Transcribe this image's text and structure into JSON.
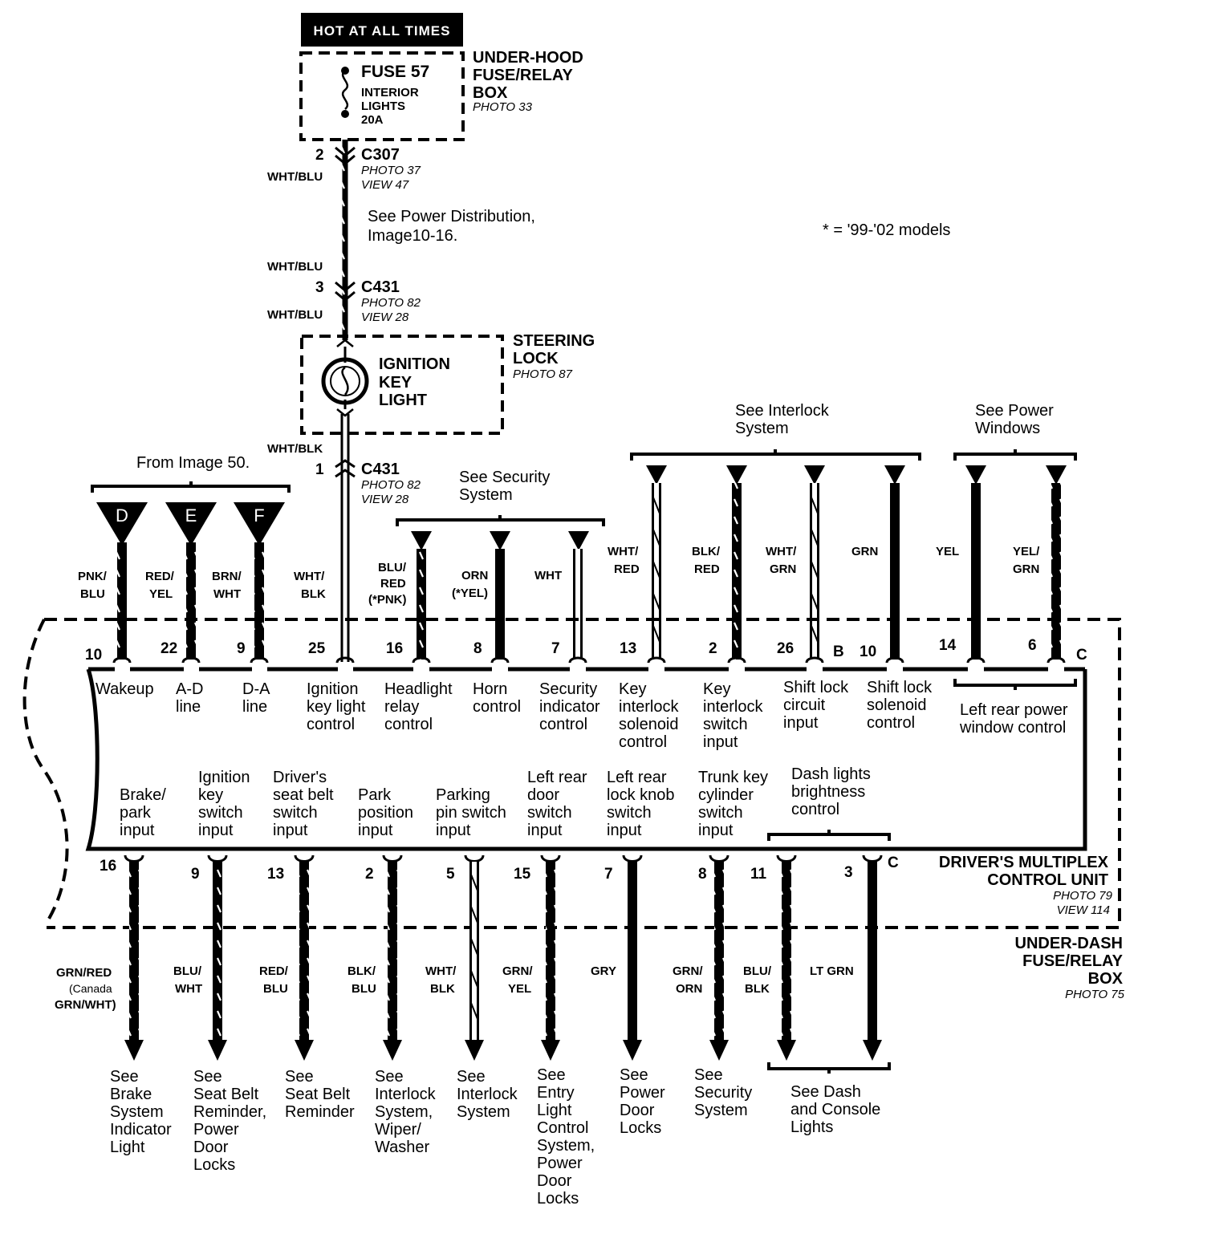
{
  "header": {
    "hot_label": "HOT AT ALL TIMES",
    "fuse_name": "FUSE 57",
    "fuse_desc": [
      "INTERIOR",
      "LIGHTS",
      "20A"
    ],
    "underhood_title": [
      "UNDER-HOOD",
      "FUSE/RELAY",
      "BOX"
    ],
    "underhood_photo": "PHOTO 33"
  },
  "connectors": {
    "c307": {
      "pin": "2",
      "name": "C307",
      "photo": "PHOTO 37",
      "view": "VIEW 47",
      "wire": "WHT/BLU"
    },
    "power_note": [
      "See Power Distribution,",
      "Image10-16."
    ],
    "c431a": {
      "pin": "3",
      "name": "C431",
      "photo": "PHOTO 82",
      "view": "VIEW 28",
      "wire_above": "WHT/BLU",
      "wire_below": "WHT/BLU"
    },
    "c431b": {
      "pin": "1",
      "name": "C431",
      "photo": "PHOTO 82",
      "view": "VIEW 28",
      "wire": "WHT/BLK"
    }
  },
  "model_note": "* =  '99-'02 models",
  "steering": {
    "title": [
      "STEERING",
      "LOCK"
    ],
    "photo": "PHOTO 87",
    "component": [
      "IGNITION",
      "KEY",
      "LIGHT"
    ]
  },
  "groups": {
    "from_image": "From Image 50.",
    "security": [
      "See Security",
      "System"
    ],
    "interlock": [
      "See Interlock",
      "System"
    ],
    "power_windows": [
      "See Power",
      "Windows"
    ]
  },
  "image_refs": [
    "D",
    "E",
    "F"
  ],
  "top_wires": [
    {
      "color": [
        "PNK/",
        "BLU"
      ],
      "pin": "10"
    },
    {
      "color": [
        "RED/",
        "YEL"
      ],
      "pin": "22"
    },
    {
      "color": [
        "BRN/",
        "WHT"
      ],
      "pin": "9"
    },
    {
      "color": [
        "WHT/",
        "BLK"
      ],
      "pin": "25"
    },
    {
      "color": [
        "BLU/",
        "RED",
        "(*PNK)"
      ],
      "pin": "16"
    },
    {
      "color": [
        "ORN",
        "(*YEL)"
      ],
      "pin": "8"
    },
    {
      "color": [
        "WHT"
      ],
      "pin": "7"
    },
    {
      "color": [
        "WHT/",
        "RED"
      ],
      "pin": "13"
    },
    {
      "color": [
        "BLK/",
        "RED"
      ],
      "pin": "2"
    },
    {
      "color": [
        "WHT/",
        "GRN"
      ],
      "pin": "26"
    },
    {
      "color": [
        "GRN"
      ],
      "pin": "10"
    },
    {
      "color": [
        "YEL"
      ],
      "pin": "14"
    },
    {
      "color": [
        "YEL/",
        "GRN"
      ],
      "pin": "6"
    }
  ],
  "connector_letters": {
    "b": "B",
    "c_top": "C",
    "c_bottom": "C"
  },
  "top_functions": [
    [
      "Wakeup"
    ],
    [
      "A-D",
      "line"
    ],
    [
      "D-A",
      "line"
    ],
    [
      "Ignition",
      "key light",
      "control"
    ],
    [
      "Headlight",
      "relay",
      "control"
    ],
    [
      "Horn",
      "control"
    ],
    [
      "Security",
      "indicator",
      "control"
    ],
    [
      "Key",
      "interlock",
      "solenoid",
      "control"
    ],
    [
      "Key",
      "interlock",
      "switch",
      "input"
    ],
    [
      "Shift lock",
      "circuit",
      "input"
    ],
    [
      "Shift lock",
      "solenoid",
      "control"
    ],
    [
      "Left rear power",
      "window control"
    ]
  ],
  "bottom_functions": [
    [
      "Brake/",
      "park",
      "input"
    ],
    [
      "Ignition",
      "key",
      "switch",
      "input"
    ],
    [
      "Driver's",
      "seat belt",
      "switch",
      "input"
    ],
    [
      "Park",
      "position",
      "input"
    ],
    [
      "Parking",
      "pin switch",
      "input"
    ],
    [
      "Left rear",
      "door",
      "switch",
      "input"
    ],
    [
      "Left rear",
      "lock knob",
      "switch",
      "input"
    ],
    [
      "Trunk key",
      "cylinder",
      "switch",
      "input"
    ],
    [
      "Dash lights",
      "brightness",
      "control"
    ]
  ],
  "control_unit": {
    "title": [
      "DRIVER'S MULTIPLEX",
      "CONTROL UNIT"
    ],
    "photo": "PHOTO 79",
    "view": "VIEW 114"
  },
  "underdash": {
    "title": [
      "UNDER-DASH",
      "FUSE/RELAY",
      "BOX"
    ],
    "photo": "PHOTO 75"
  },
  "bottom_wires": [
    {
      "pin": "16",
      "color": [
        "GRN/RED",
        "(Canada",
        "GRN/WHT)"
      ]
    },
    {
      "pin": "9",
      "color": [
        "BLU/",
        "WHT"
      ]
    },
    {
      "pin": "13",
      "color": [
        "RED/",
        "BLU"
      ]
    },
    {
      "pin": "2",
      "color": [
        "BLK/",
        "BLU"
      ]
    },
    {
      "pin": "5",
      "color": [
        "WHT/",
        "BLK"
      ]
    },
    {
      "pin": "15",
      "color": [
        "GRN/",
        "YEL"
      ]
    },
    {
      "pin": "7",
      "color": [
        "GRY"
      ]
    },
    {
      "pin": "8",
      "color": [
        "GRN/",
        "ORN"
      ]
    },
    {
      "pin": "11",
      "color": [
        "BLU/",
        "BLK"
      ]
    },
    {
      "pin": "3",
      "color": [
        "LT GRN"
      ]
    }
  ],
  "destinations": [
    [
      "See",
      "Brake",
      "System",
      "Indicator",
      "Light"
    ],
    [
      "See",
      "Seat Belt",
      "Reminder,",
      "Power",
      "Door",
      "Locks"
    ],
    [
      "See",
      "Seat Belt",
      "Reminder"
    ],
    [
      "See",
      "Interlock",
      "System,",
      "Wiper/",
      "Washer"
    ],
    [
      "See",
      "Interlock",
      "System"
    ],
    [
      "See",
      "Entry",
      "Light",
      "Control",
      "System,",
      "Power",
      "Door",
      "Locks"
    ],
    [
      "See",
      "Power",
      "Door",
      "Locks"
    ],
    [
      "See",
      "Security",
      "System"
    ],
    [
      "See Dash",
      "and Console",
      "Lights"
    ]
  ]
}
